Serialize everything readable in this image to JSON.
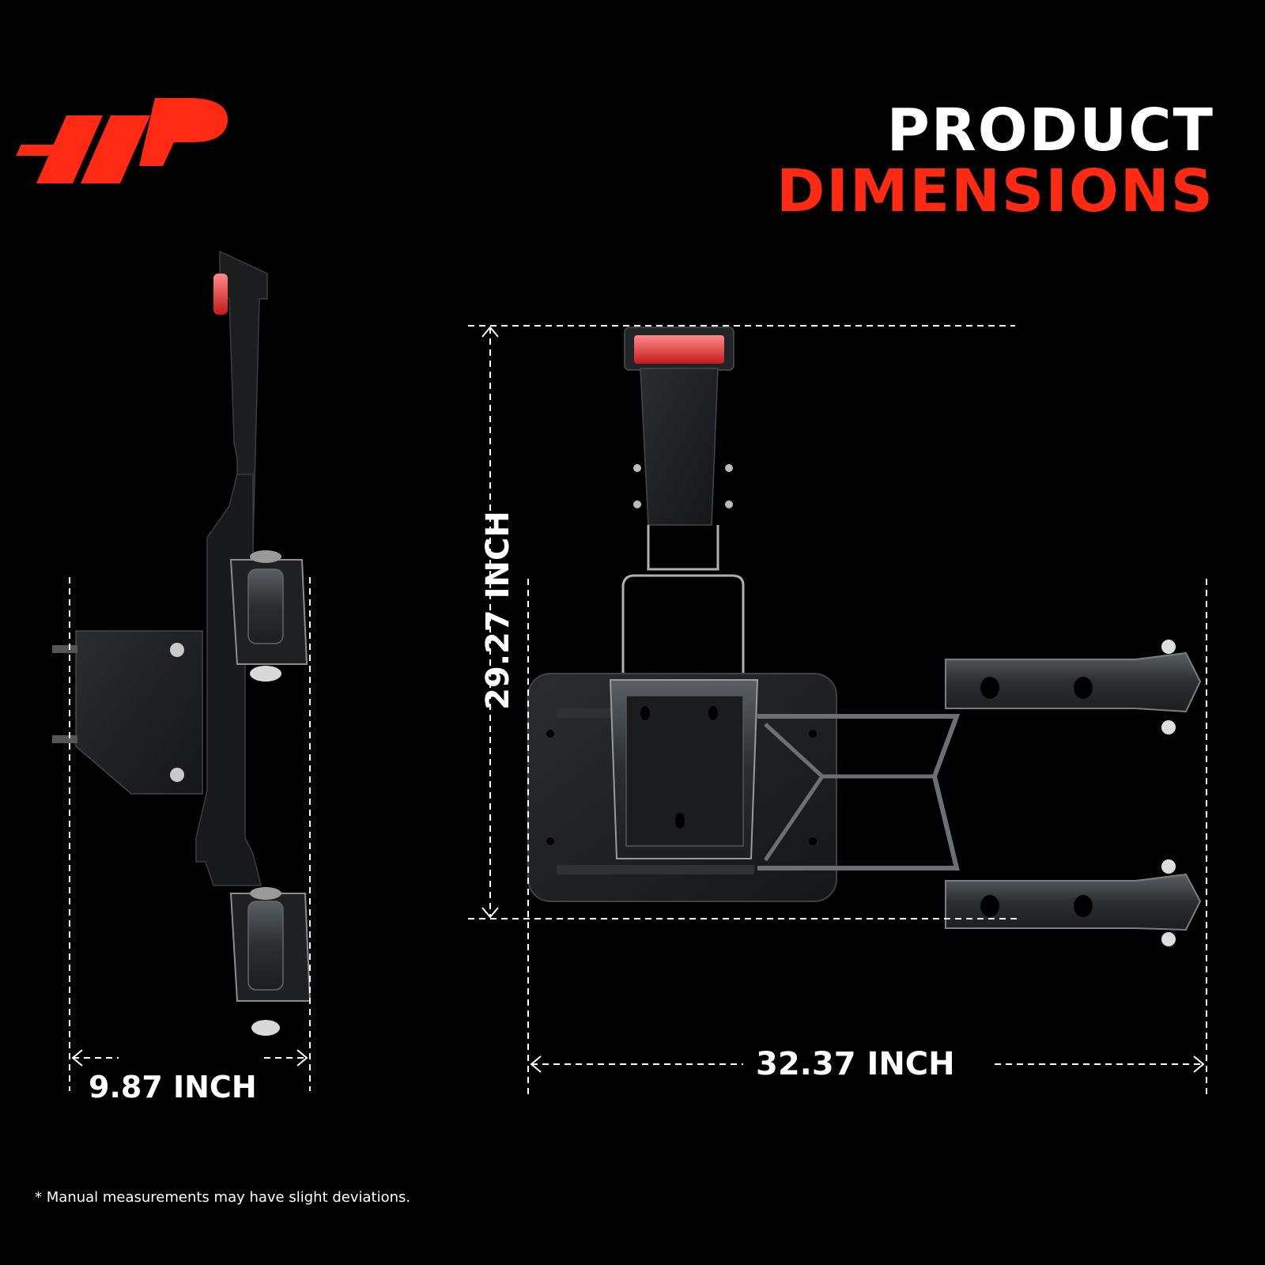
{
  "brand": {
    "logo": "brand-logo",
    "accent": "#ff2a14"
  },
  "title": {
    "line1": "PRODUCT",
    "line2": "DIMENSIONS"
  },
  "dimensions": {
    "height": "29.27 INCH",
    "width": "32.37 INCH",
    "depth": "9.87 INCH"
  },
  "note": "* Manual measurements may have slight deviations."
}
